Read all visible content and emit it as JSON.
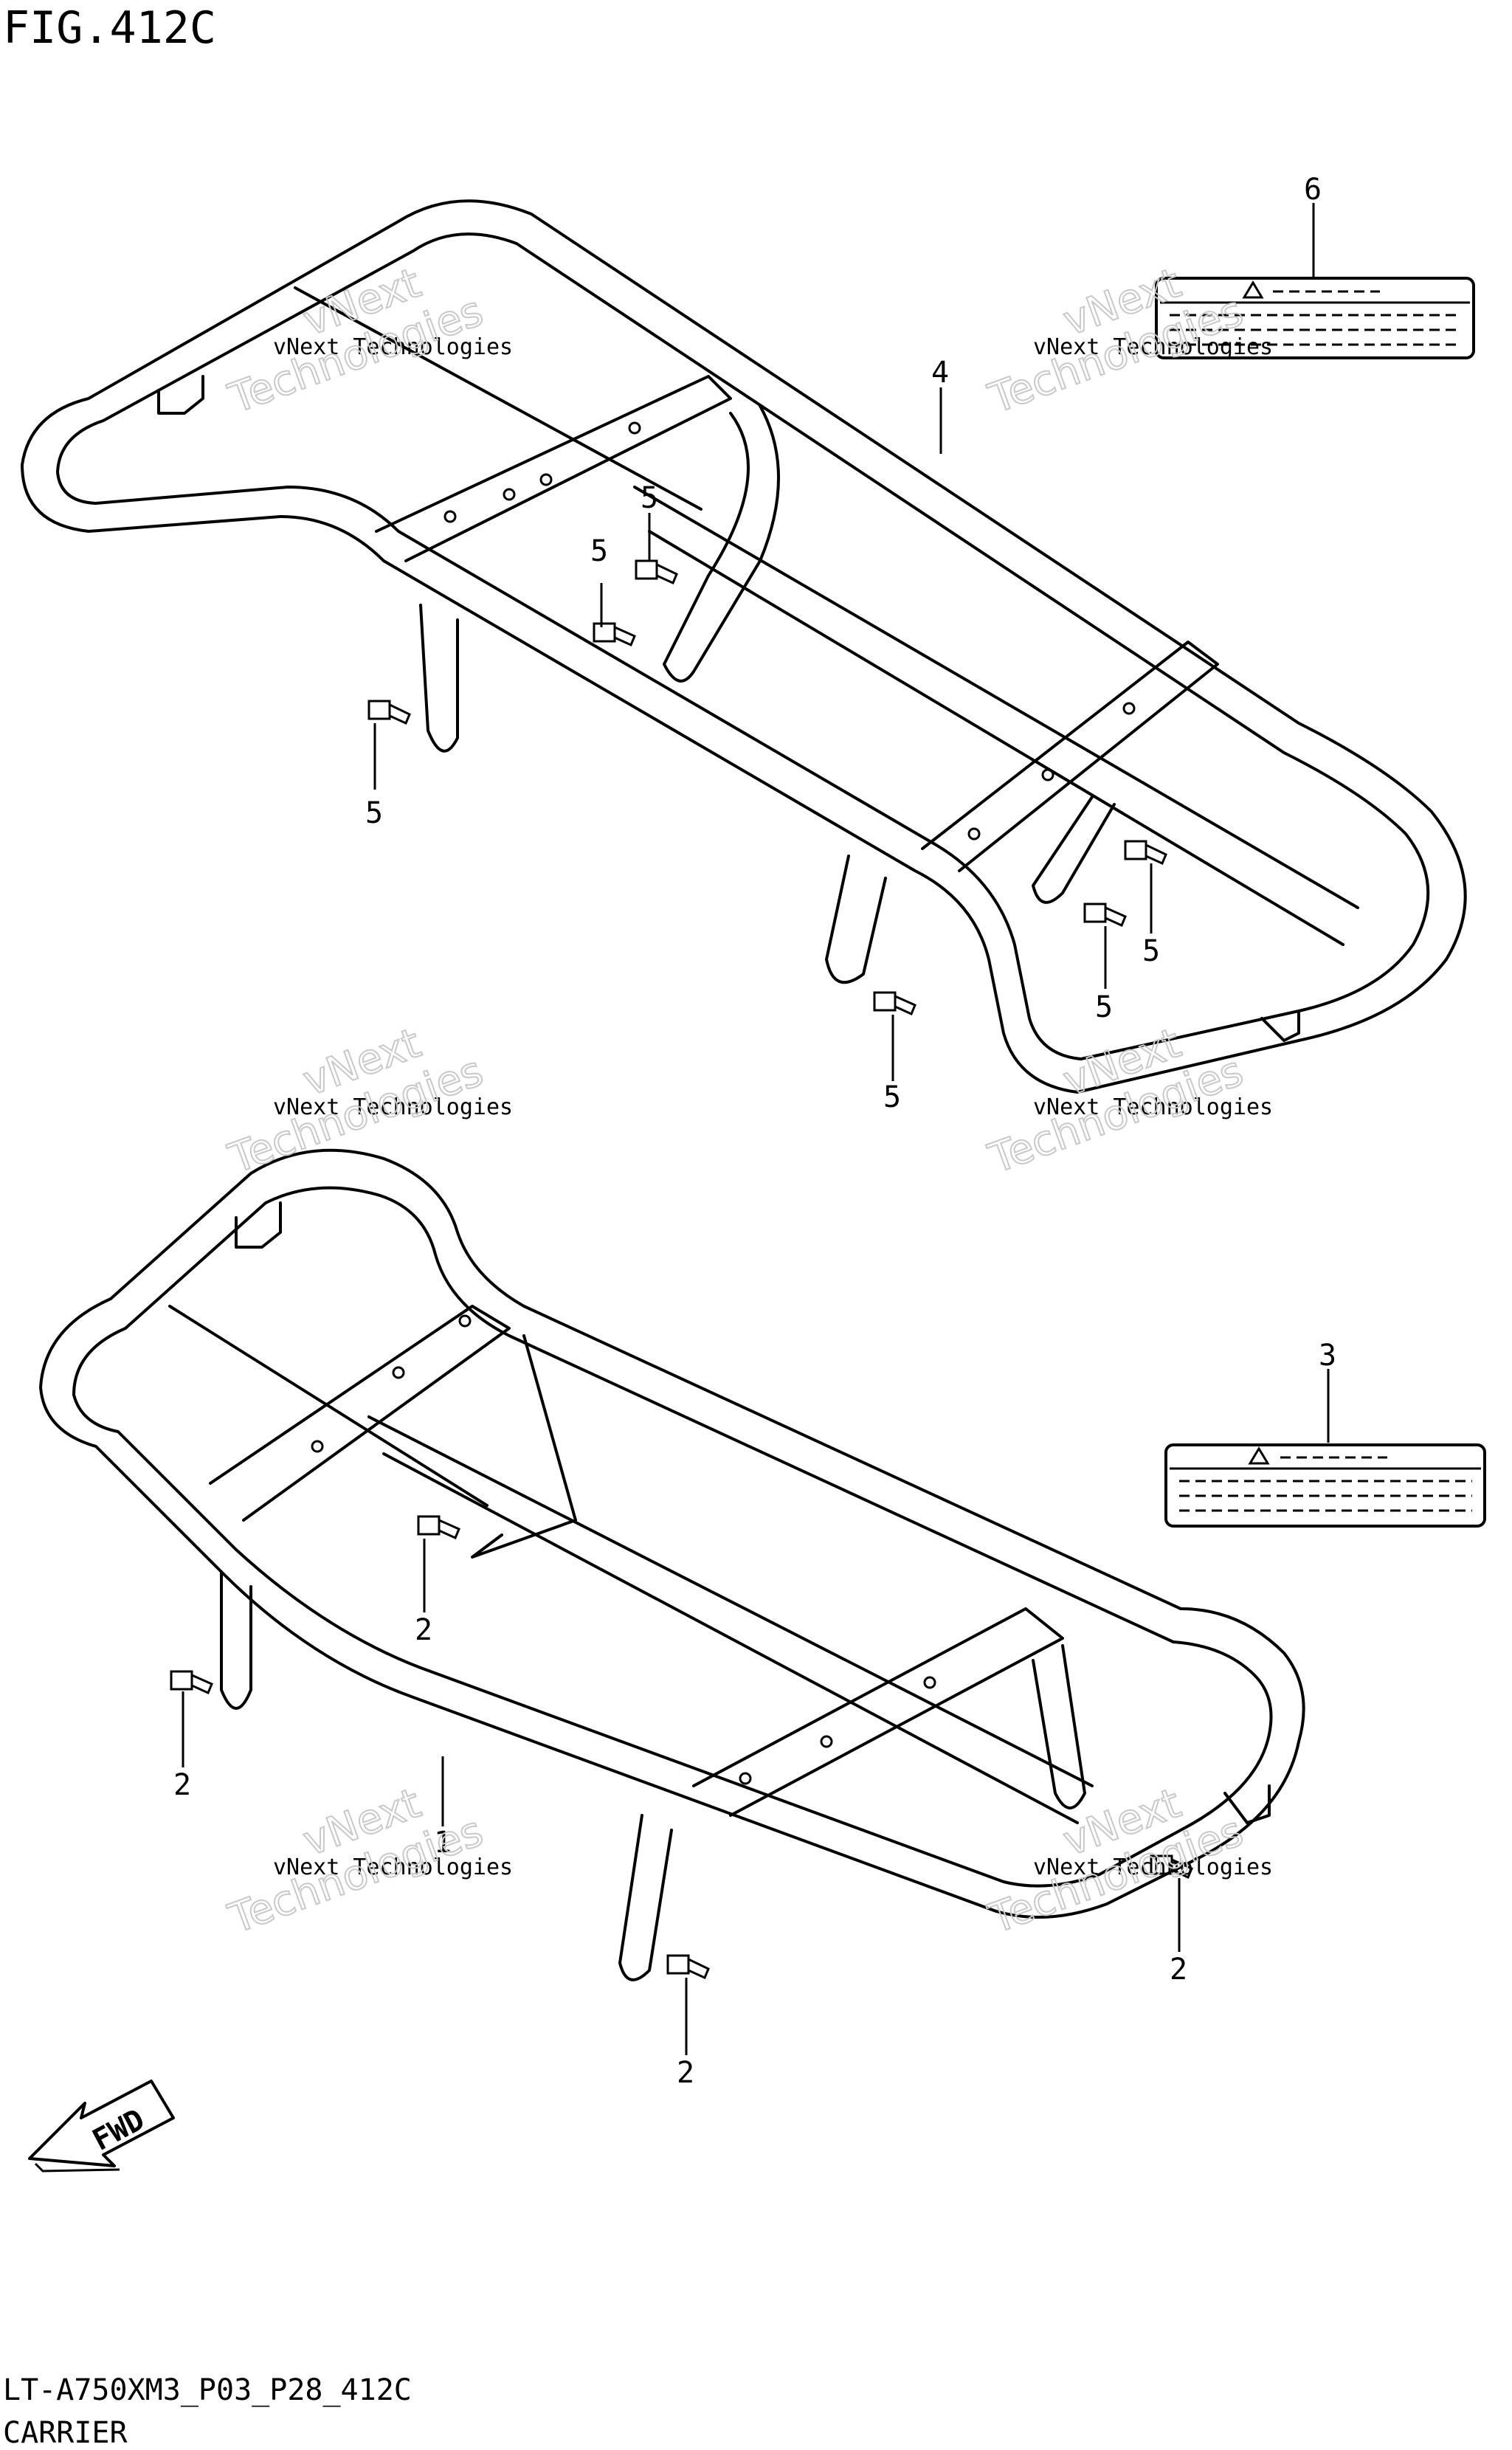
{
  "figure": {
    "title": "FIG.412C",
    "code": "LT-A750XM3_P03_P28_412C",
    "name": "CARRIER"
  },
  "watermark": {
    "line1": "vNext Technologies",
    "line2": "vNext",
    "line3": "Technologies"
  },
  "callouts": {
    "c1": "1",
    "c2a": "2",
    "c2b": "2",
    "c2c": "2",
    "c2d": "2",
    "c3": "3",
    "c4": "4",
    "c5a": "5",
    "c5b": "5",
    "c5c": "5",
    "c5d": "5",
    "c5e": "5",
    "c5f": "5",
    "c6": "6"
  },
  "fwd_label": "FWD",
  "warning_symbol": "warning-triangle-icon"
}
